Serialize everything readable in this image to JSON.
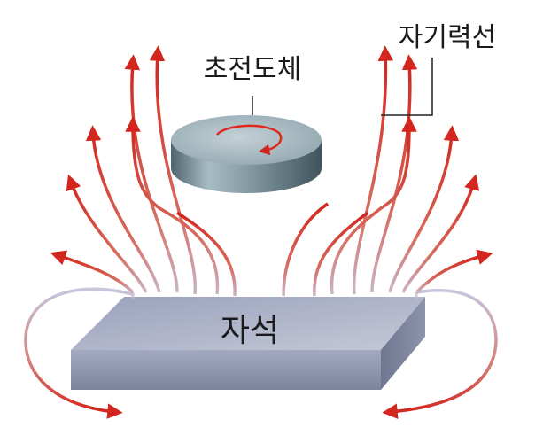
{
  "labels": {
    "superconductor": "초전도체",
    "field_lines": "자기력선",
    "magnet": "자석"
  },
  "colors": {
    "field_line_red": "#d2261e",
    "field_line_light": "#c9a3ae",
    "magnet_top": "#a7aec4",
    "magnet_side": "#8e95ad",
    "disc_top": "#9fb2ba",
    "disc_side": "#5f7680",
    "rotation_arrow": "#e0291d"
  },
  "icons": {
    "rotation": "rotation-arrow-icon"
  }
}
